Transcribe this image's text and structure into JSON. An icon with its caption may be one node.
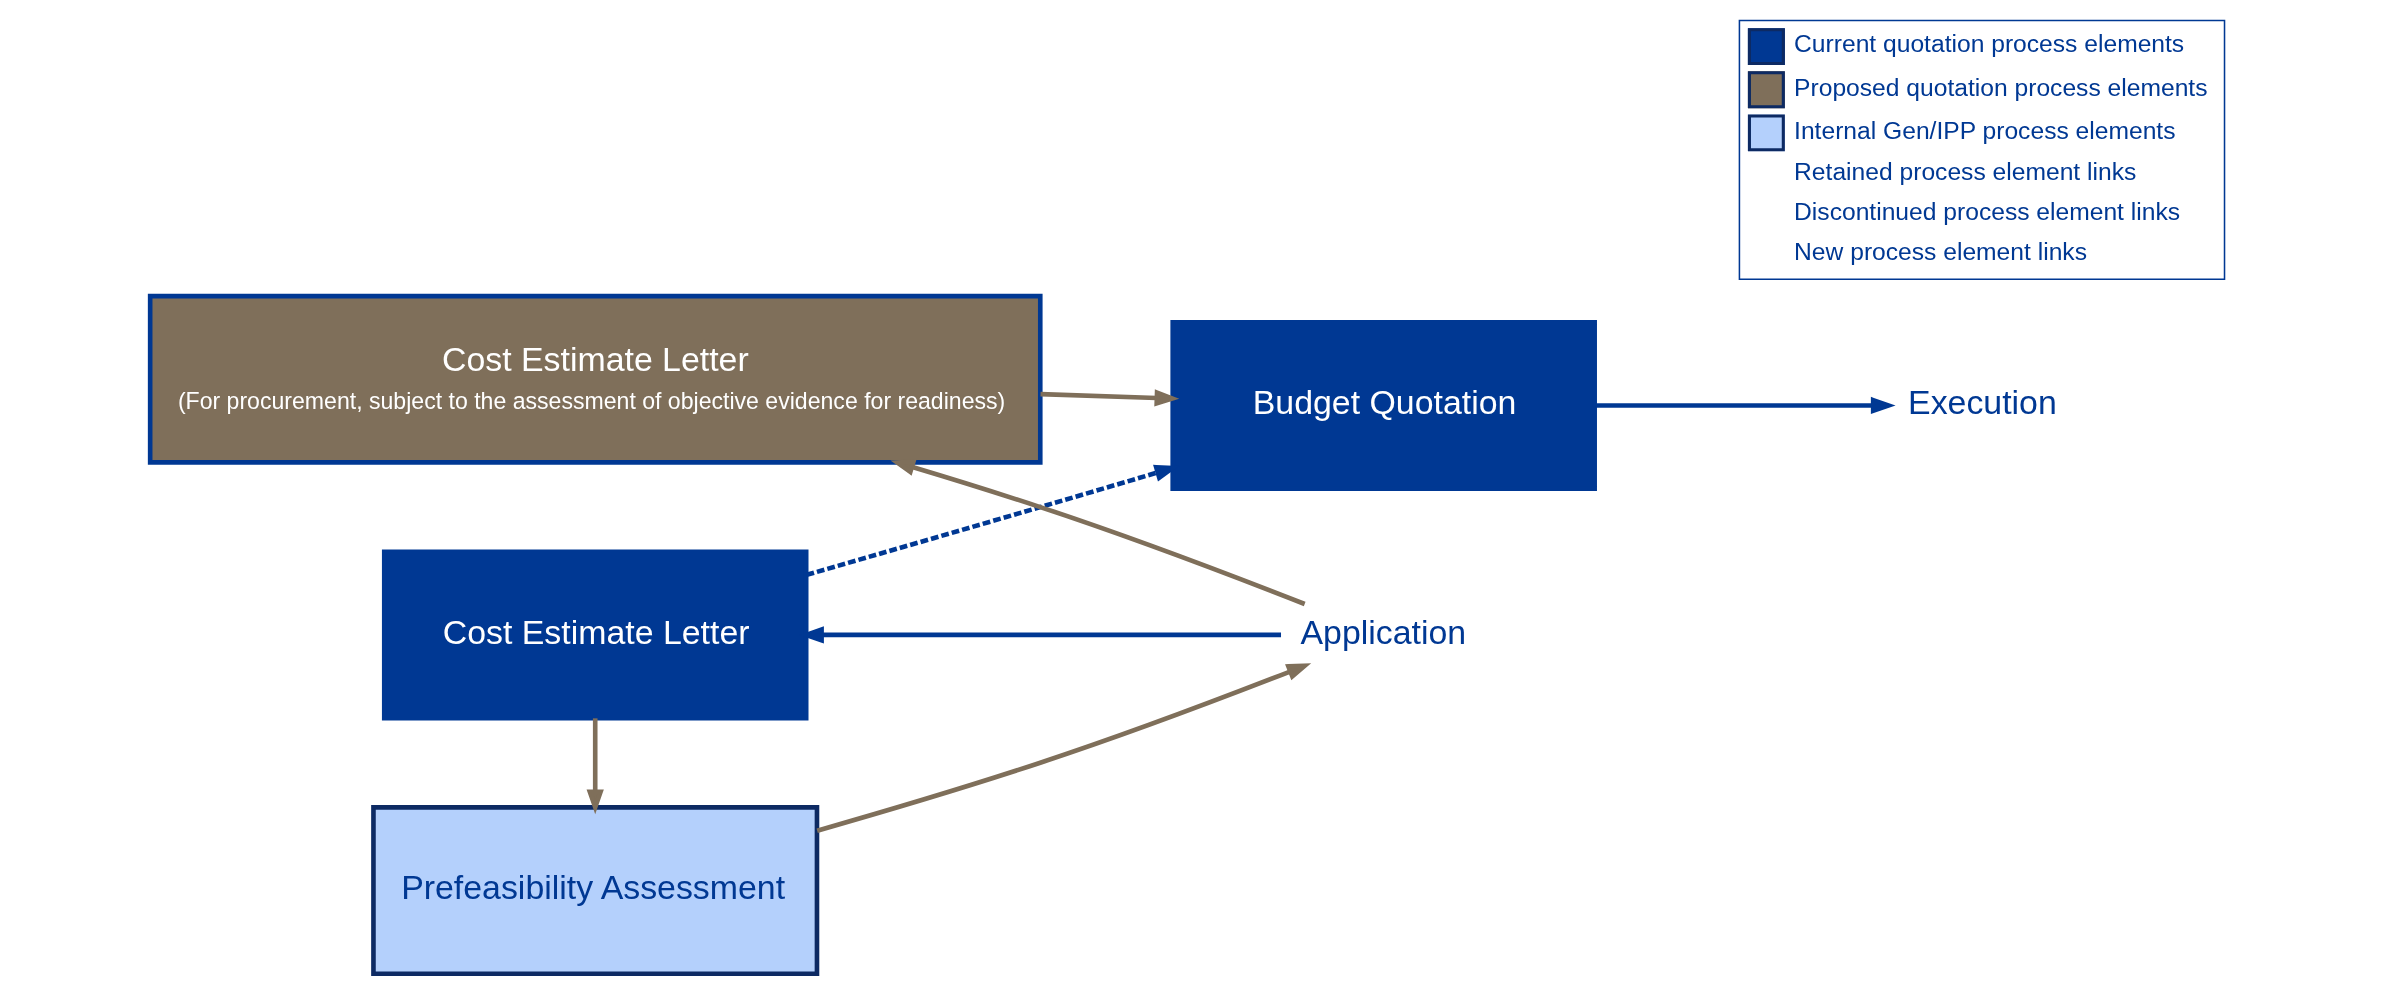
{
  "diagram": {
    "nodes": [
      {
        "text": [
          "Prefeasibility Assessment"
        ]
      },
      {
        "text": [
          "Cost Estimate Letter"
        ]
      },
      {
        "text": [
          "Budget Quotation"
        ]
      },
      {
        "text": [
          "Application"
        ]
      },
      {
        "text": [
          "Cost Estimate Letter",
          "(For procurement, subject to the assessment of objective evidence for readiness)"
        ]
      },
      {
        "text": [
          "Execution"
        ]
      }
    ],
    "edges": [
      {
        "from": 0,
        "to": 3,
        "arrow": "to"
      },
      {
        "from": 3,
        "to": 1,
        "arrow": "to",
        "color": "#003893"
      },
      {
        "from": 1,
        "to": 0,
        "arrow": "to"
      },
      {
        "from": 1,
        "to": 2,
        "arrow": "to",
        "style": "dashed",
        "color": "#003893"
      },
      {
        "from": 3,
        "to": 4,
        "arrow": "to"
      },
      {
        "from": 4,
        "to": 2,
        "arrow": "to"
      },
      {
        "from": 2,
        "to": 5,
        "arrow": "to",
        "color": "#003893"
      }
    ],
    "legend": [
      {
        "text": "Current quotation process elements",
        "color": "#003893"
      },
      {
        "text": "Proposed quotation process elements",
        "color": "#7f6f5a"
      },
      {
        "text": "Internal Gen/IPP process elements",
        "color": "#b4d0fc"
      },
      {
        "text": "Retained process element links"
      },
      {
        "text": "Discontinued process element links"
      },
      {
        "text": "New process element links"
      }
    ]
  }
}
